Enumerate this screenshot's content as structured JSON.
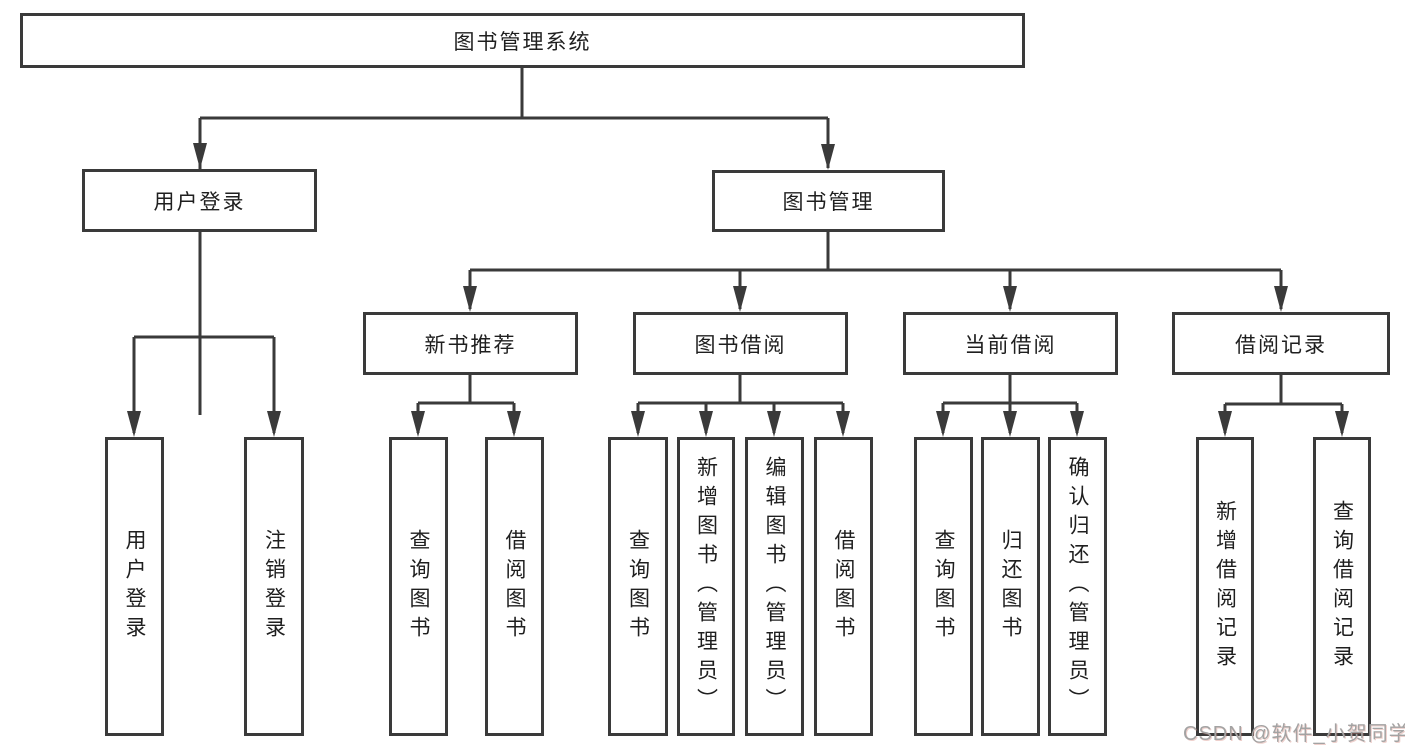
{
  "diagram": {
    "root": "图书管理系统",
    "level2": [
      "用户登录",
      "图书管理"
    ],
    "level3": [
      "新书推荐",
      "图书借阅",
      "当前借阅",
      "借阅记录"
    ],
    "leaves": {
      "user_login": [
        "用户登录",
        "注销登录"
      ],
      "new_books": [
        "查询图书",
        "借阅图书"
      ],
      "borrowing": [
        "查询图书",
        "新增图书（管理员）",
        "编辑图书（管理员）",
        "借阅图书"
      ],
      "current": [
        "查询图书",
        "归还图书",
        "确认归还（管理员）"
      ],
      "records": [
        "新增借阅记录",
        "查询借阅记录"
      ]
    },
    "watermark": "CSDN @软件_小贺同学",
    "colors": {
      "line": "#3a3a3a",
      "box_border": "#3a3a3a",
      "text": "#1f1f1f",
      "watermark": "#a3a3a3",
      "background": "#ffffff"
    }
  }
}
